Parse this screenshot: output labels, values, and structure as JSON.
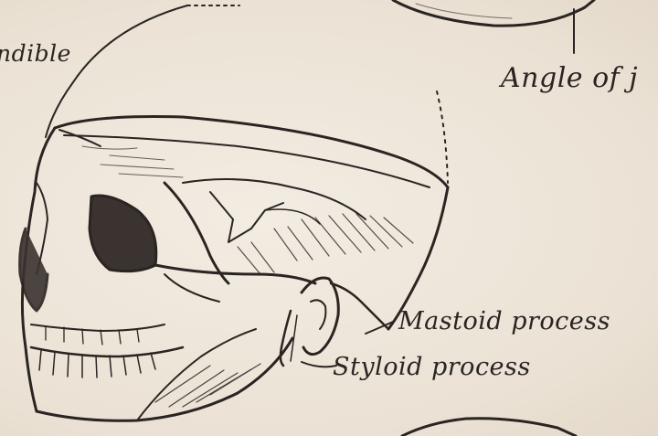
{
  "labels": {
    "mandible": "ndible",
    "angle": "Angle of j",
    "mastoid": "Mastoid process",
    "styloid": "Styloid process"
  },
  "colors": {
    "ink": "#2a2522",
    "paper": "#efe7dc",
    "shadow": "#3a3330"
  }
}
